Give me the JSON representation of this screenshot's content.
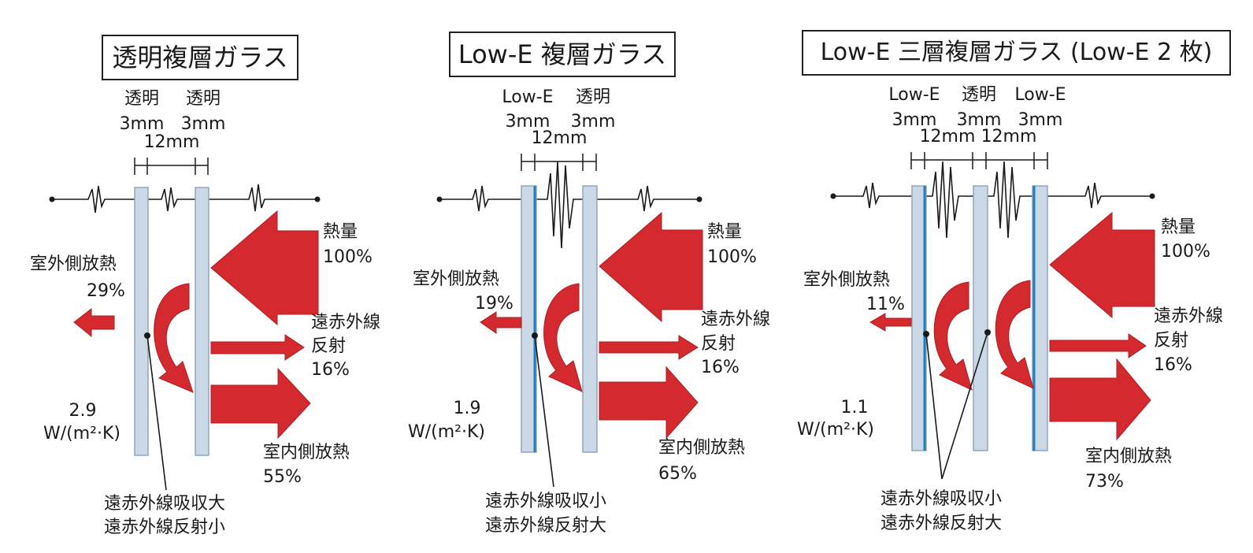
{
  "colors": {
    "arrow": "#d42a2f",
    "arrow_dark": "#a81f24",
    "glass": "#cbd8e6",
    "glass_edge": "#8fa6bd",
    "lowe_coat": "#1f7fc0",
    "line": "#1a1a1a"
  },
  "panels": [
    {
      "title": "透明複層ガラス",
      "pane_labels": [
        {
          "name": "透明",
          "thickness": "3mm"
        },
        {
          "name": "透明",
          "thickness": "3mm"
        }
      ],
      "gap_labels": [
        "12mm"
      ],
      "heat_in": {
        "label": "熱量",
        "value": "100%"
      },
      "outdoor_release": {
        "label": "室外側放熱",
        "value": "29%"
      },
      "far_ir_reflection": {
        "label1": "遠赤外線",
        "label2": "反射",
        "value": "16%"
      },
      "indoor_release": {
        "label": "室内側放熱",
        "value": "55%"
      },
      "u_value": {
        "value": "2.9",
        "unit": "W/(m²·K)"
      },
      "note": [
        "遠赤外線吸収大",
        "遠赤外線反射小"
      ]
    },
    {
      "title": "Low-E 複層ガラス",
      "pane_labels": [
        {
          "name": "Low-E",
          "thickness": "3mm"
        },
        {
          "name": "透明",
          "thickness": "3mm"
        }
      ],
      "gap_labels": [
        "12mm"
      ],
      "heat_in": {
        "label": "熱量",
        "value": "100%"
      },
      "outdoor_release": {
        "label": "室外側放熱",
        "value": "19%"
      },
      "far_ir_reflection": {
        "label1": "遠赤外線",
        "label2": "反射",
        "value": "16%"
      },
      "indoor_release": {
        "label": "室内側放熱",
        "value": "65%"
      },
      "u_value": {
        "value": "1.9",
        "unit": "W/(m²·K)"
      },
      "note": [
        "遠赤外線吸収小",
        "遠赤外線反射大"
      ]
    },
    {
      "title": "Low-E 三層複層ガラス (Low-E 2 枚)",
      "pane_labels": [
        {
          "name": "Low-E",
          "thickness": "3mm"
        },
        {
          "name": "透明",
          "thickness": "3mm"
        },
        {
          "name": "Low-E",
          "thickness": "3mm"
        }
      ],
      "gap_labels": [
        "12mm",
        "12mm"
      ],
      "heat_in": {
        "label": "熱量",
        "value": "100%"
      },
      "outdoor_release": {
        "label": "室外側放熱",
        "value": "11%"
      },
      "far_ir_reflection": {
        "label1": "遠赤外線",
        "label2": "反射",
        "value": "16%"
      },
      "indoor_release": {
        "label": "室内側放熱",
        "value": "73%"
      },
      "u_value": {
        "value": "1.1",
        "unit": "W/(m²·K)"
      },
      "note": [
        "遠赤外線吸収小",
        "遠赤外線反射大"
      ]
    }
  ]
}
